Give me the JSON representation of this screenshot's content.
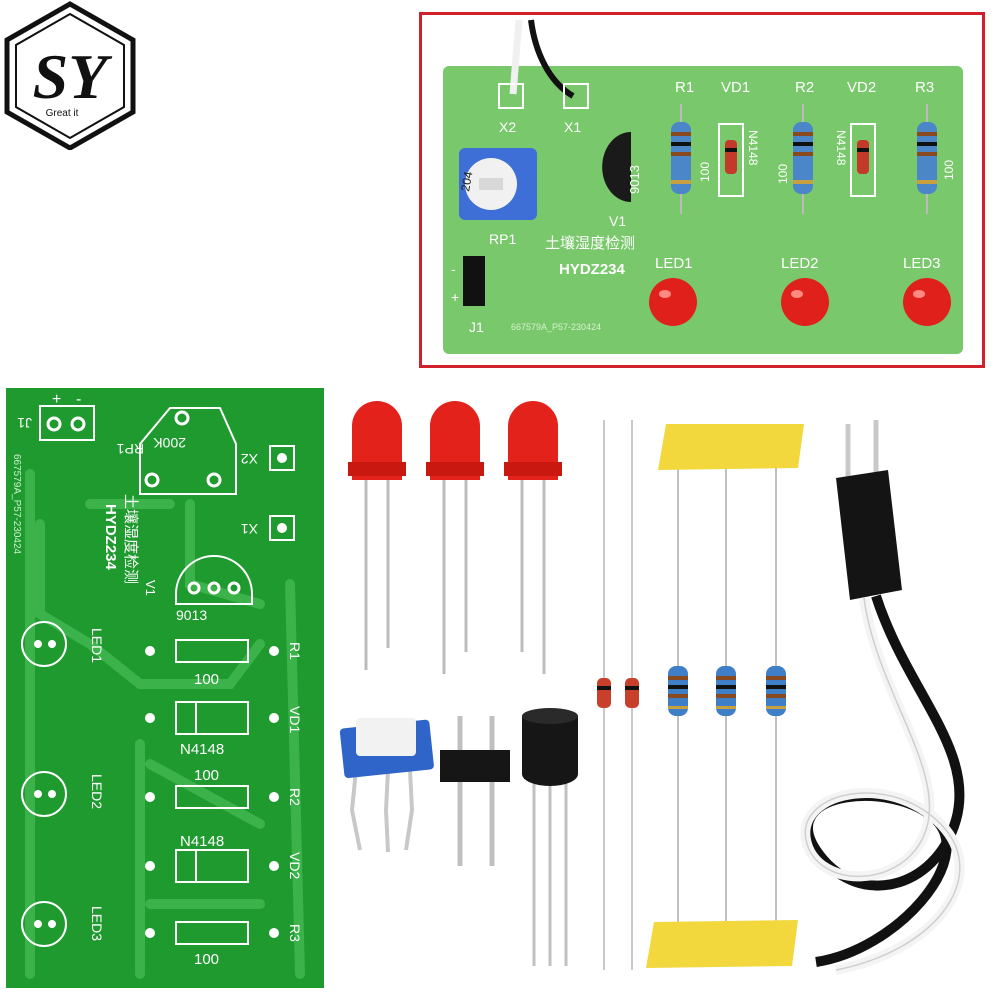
{
  "logo": {
    "letters": "SY",
    "tagline": "Great it"
  },
  "assembled_board": {
    "labels": {
      "x2": "X2",
      "x1": "X1",
      "r1": "R1",
      "vd1": "VD1",
      "r2": "R2",
      "vd2": "VD2",
      "r3": "R3",
      "rp1": "RP1",
      "pot_code": "204",
      "v1": "V1",
      "transistor_code": "9013",
      "title_cn": "土壤湿度检测",
      "model": "HYDZ234",
      "led1": "LED1",
      "led2": "LED2",
      "led3": "LED3",
      "j1": "J1",
      "minus": "-",
      "plus": "+",
      "r_val_1": "100",
      "r_val_2": "100",
      "r_val_3": "100",
      "d_code_1": "N4148",
      "d_code_2": "N4148",
      "serial": "667579A_P57-230424"
    },
    "colors": {
      "board": "#74c86a",
      "frame": "#d0202c",
      "led": "#e0201a"
    }
  },
  "bare_board": {
    "labels": {
      "j1": "J1",
      "plus": "+",
      "minus": "-",
      "rp1": "RP1",
      "pot_value": "200K",
      "x2": "X2",
      "x1": "X1",
      "serial": "667579A_P57-230424",
      "title_cn": "土壤湿度检测",
      "model": "HYDZ234",
      "v1": "V1",
      "transistor_code": "9013",
      "led1": "LED1",
      "led2": "LED2",
      "led3": "LED3",
      "r1": "R1",
      "vd1": "VD1",
      "r2": "R2",
      "vd2": "VD2",
      "r3": "R3",
      "r1_value": "100",
      "d1_code": "N4148",
      "r2_value": "100",
      "d2_code": "N4148",
      "r3_value": "100"
    },
    "colors": {
      "board": "#1f9a2e",
      "silk": "#ffffff"
    }
  },
  "parts": [
    "red-led",
    "red-led",
    "red-led",
    "potentiometer",
    "pin-header",
    "transistor-9013",
    "diode",
    "diode",
    "resistor",
    "resistor",
    "resistor",
    "probe-cable"
  ]
}
